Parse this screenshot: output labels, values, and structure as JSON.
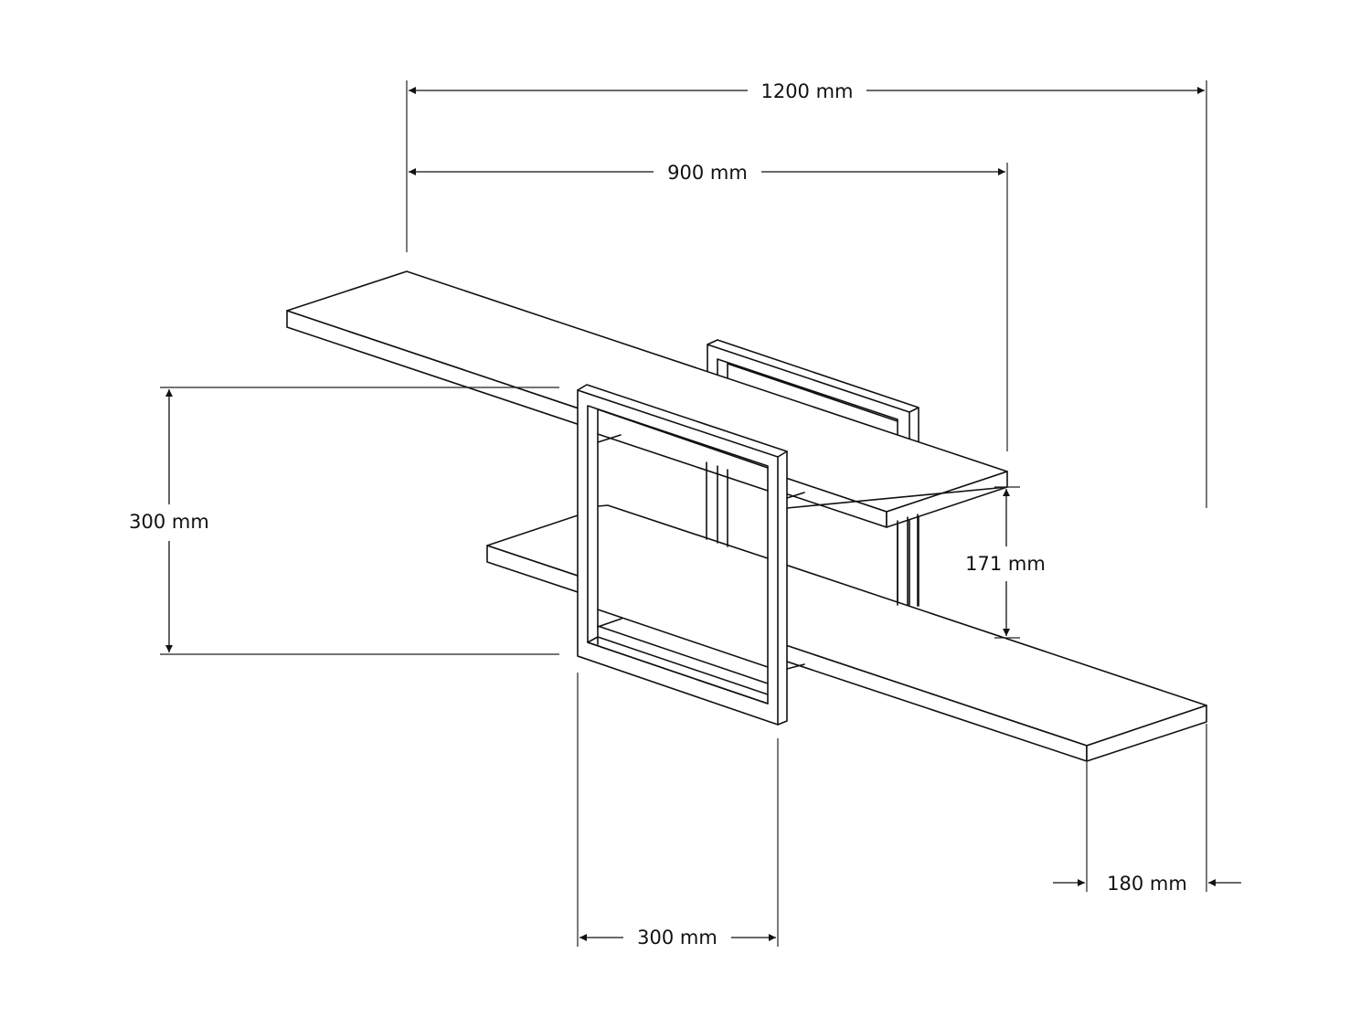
{
  "diagram": {
    "type": "dimensioned isometric line drawing",
    "subject": "wall shelf with two boards and two rectangular metal frames",
    "line_color": "#111111",
    "background": "#ffffff",
    "dimensions": {
      "overall_width": {
        "label": "1200 mm",
        "value": 1200,
        "unit": "mm"
      },
      "upper_shelf_width": {
        "label": "900 mm",
        "value": 900,
        "unit": "mm"
      },
      "height": {
        "label": "300 mm",
        "value": 300,
        "unit": "mm"
      },
      "shelf_spacing": {
        "label": "171 mm",
        "value": 171,
        "unit": "mm"
      },
      "frame_width": {
        "label": "300 mm",
        "value": 300,
        "unit": "mm"
      },
      "depth": {
        "label": "180 mm",
        "value": 180,
        "unit": "mm"
      }
    }
  }
}
